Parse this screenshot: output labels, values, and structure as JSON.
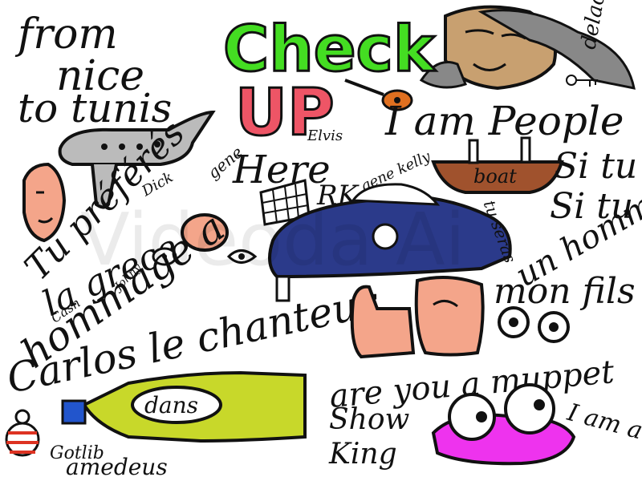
{
  "texts": {
    "from": "from",
    "nice": "nice",
    "to_tunis": "to tunis",
    "check": "Check",
    "up": "UP",
    "elvis": "Elvis",
    "i_am_people": "I am People",
    "si_tu_1": "Si tu",
    "si_tu_2": "Si tu",
    "boat": "boat",
    "here": "Here",
    "gene": "gene",
    "dick": "Dick",
    "rk": "RK",
    "gene_kelly": "gene kelly",
    "tu_seras": "tu seras",
    "un_homme": "un homme",
    "tu_preferes": "Tu préférés",
    "la_grece": "la grece",
    "cash": "Cash",
    "johny": "Johny",
    "hommage_a": "hommage a",
    "carlos": "Carlos le chanteur",
    "mon_fils": "mon fils",
    "are_you": "are you a muppet",
    "show": "Show",
    "king": "King",
    "i_am_a_burger": "I am a burger",
    "dans": "dans",
    "gotlib": "Gotlib",
    "amedeus": "amedeus",
    "delacroix": "delacroix",
    "watermark": "Videoda Ai"
  },
  "colors": {
    "ink": "#111111",
    "check_green": "#44dd22",
    "up_red": "#ee5566",
    "skin": "#f4a58a",
    "hair_gray": "#888888",
    "plane_gray": "#bbbbbb",
    "boat_brown": "#a0522d",
    "car_blue": "#2b3a8a",
    "bottle_yellow": "#c8d82a",
    "bottle_cap_blue": "#2255cc",
    "muppet_magenta": "#ee33ee",
    "guitar_orange": "#e07020",
    "face_tan": "#c8a070"
  },
  "icons": [
    "airplane-icon",
    "boat-icon",
    "car-icon",
    "guitar-icon",
    "bottle-icon",
    "muppet-icon",
    "thumbs-up-icon",
    "bug-icon",
    "key-icon",
    "face-icon"
  ]
}
